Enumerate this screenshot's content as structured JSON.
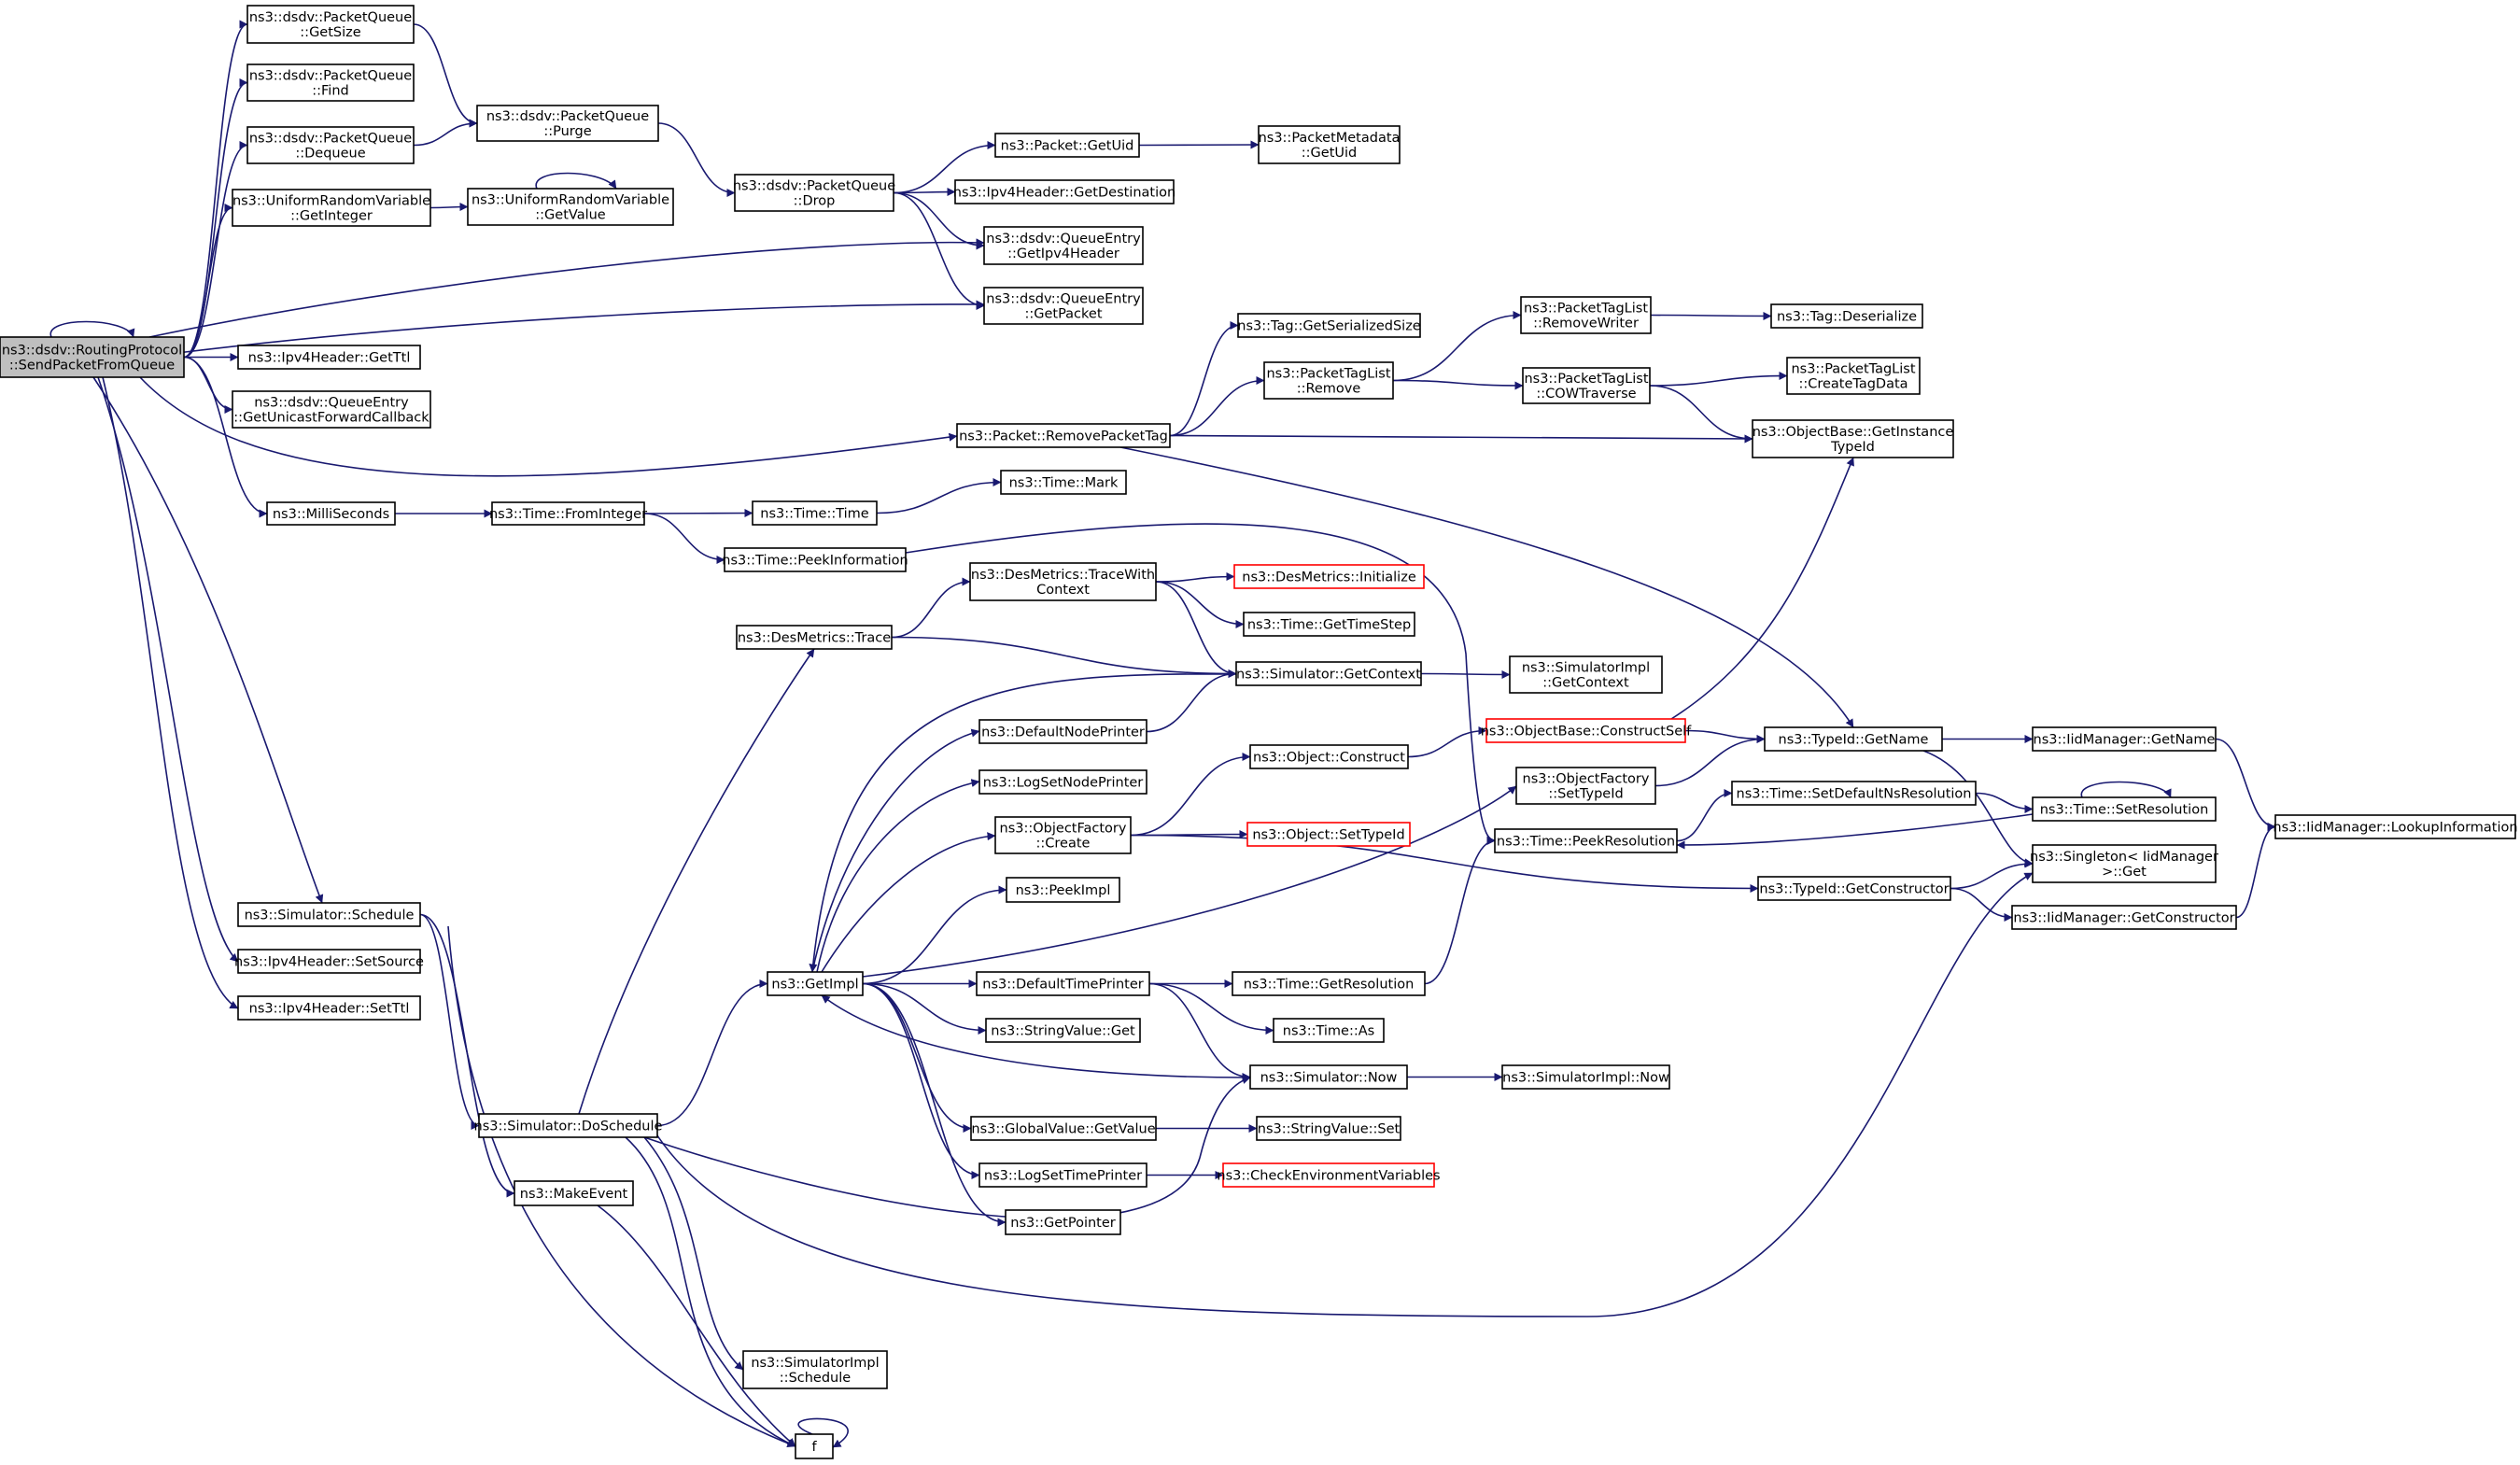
{
  "nodes": [
    {
      "id": "root",
      "label": [
        "ns3::dsdv::RoutingProtocol",
        "::SendPacketFromQueue"
      ]
    },
    {
      "id": "pq_getsize",
      "label": [
        "ns3::dsdv::PacketQueue",
        "::GetSize"
      ]
    },
    {
      "id": "pq_find",
      "label": [
        "ns3::dsdv::PacketQueue",
        "::Find"
      ]
    },
    {
      "id": "pq_dequeue",
      "label": [
        "ns3::dsdv::PacketQueue",
        "::Dequeue"
      ]
    },
    {
      "id": "urv_getinteger",
      "label": [
        "ns3::UniformRandomVariable",
        "::GetInteger"
      ]
    },
    {
      "id": "ipv4_getttl",
      "label": [
        "ns3::Ipv4Header::GetTtl"
      ]
    },
    {
      "id": "qe_getucb",
      "label": [
        "ns3::dsdv::QueueEntry",
        "::GetUnicastForwardCallback"
      ]
    },
    {
      "id": "milliseconds",
      "label": [
        "ns3::MilliSeconds"
      ]
    },
    {
      "id": "sim_schedule",
      "label": [
        "ns3::Simulator::Schedule"
      ]
    },
    {
      "id": "ipv4_setsource",
      "label": [
        "ns3::Ipv4Header::SetSource"
      ]
    },
    {
      "id": "ipv4_setttl",
      "label": [
        "ns3::Ipv4Header::SetTtl"
      ]
    },
    {
      "id": "pq_purge",
      "label": [
        "ns3::dsdv::PacketQueue",
        "::Purge"
      ]
    },
    {
      "id": "urv_getvalue",
      "label": [
        "ns3::UniformRandomVariable",
        "::GetValue"
      ]
    },
    {
      "id": "time_frominteger",
      "label": [
        "ns3::Time::FromInteger"
      ]
    },
    {
      "id": "sim_doschedule",
      "label": [
        "ns3::Simulator::DoSchedule"
      ]
    },
    {
      "id": "makeevent",
      "label": [
        "ns3::MakeEvent"
      ]
    },
    {
      "id": "pq_drop",
      "label": [
        "ns3::dsdv::PacketQueue",
        "::Drop"
      ]
    },
    {
      "id": "time_time",
      "label": [
        "ns3::Time::Time"
      ]
    },
    {
      "id": "time_peekinfo",
      "label": [
        "ns3::Time::PeekInformation"
      ]
    },
    {
      "id": "desmetrics_trace",
      "label": [
        "ns3::DesMetrics::Trace"
      ]
    },
    {
      "id": "getimpl",
      "label": [
        "ns3::GetImpl"
      ]
    },
    {
      "id": "simimpl_schedule",
      "label": [
        "ns3::SimulatorImpl",
        "::Schedule"
      ]
    },
    {
      "id": "f",
      "label": [
        "f"
      ]
    },
    {
      "id": "packet_getuid",
      "label": [
        "ns3::Packet::GetUid"
      ]
    },
    {
      "id": "ipv4_getdest",
      "label": [
        "ns3::Ipv4Header::GetDestination"
      ]
    },
    {
      "id": "qe_getipv4",
      "label": [
        "ns3::dsdv::QueueEntry",
        "::GetIpv4Header"
      ]
    },
    {
      "id": "qe_getpacket",
      "label": [
        "ns3::dsdv::QueueEntry",
        "::GetPacket"
      ]
    },
    {
      "id": "packet_removetag",
      "label": [
        "ns3::Packet::RemovePacketTag"
      ]
    },
    {
      "id": "time_mark",
      "label": [
        "ns3::Time::Mark"
      ]
    },
    {
      "id": "dm_tracewith",
      "label": [
        "ns3::DesMetrics::TraceWith",
        "Context"
      ]
    },
    {
      "id": "sim_getcontext",
      "label": [
        "ns3::Simulator::GetContext"
      ]
    },
    {
      "id": "defaultnodeprinter",
      "label": [
        "ns3::DefaultNodePrinter"
      ]
    },
    {
      "id": "logsetnodeprinter",
      "label": [
        "ns3::LogSetNodePrinter"
      ]
    },
    {
      "id": "of_create",
      "label": [
        "ns3::ObjectFactory",
        "::Create"
      ]
    },
    {
      "id": "peekimpl",
      "label": [
        "ns3::PeekImpl"
      ]
    },
    {
      "id": "defaulttimeprinter",
      "label": [
        "ns3::DefaultTimePrinter"
      ]
    },
    {
      "id": "stringvalue_get",
      "label": [
        "ns3::StringValue::Get"
      ]
    },
    {
      "id": "globalvalue_getvalue",
      "label": [
        "ns3::GlobalValue::GetValue"
      ]
    },
    {
      "id": "logsettimeprinter",
      "label": [
        "ns3::LogSetTimePrinter"
      ]
    },
    {
      "id": "getpointer",
      "label": [
        "ns3::GetPointer"
      ]
    },
    {
      "id": "pm_getuid",
      "label": [
        "ns3::PacketMetadata",
        "::GetUid"
      ]
    },
    {
      "id": "tag_getsize",
      "label": [
        "ns3::Tag::GetSerializedSize"
      ]
    },
    {
      "id": "ptl_remove",
      "label": [
        "ns3::PacketTagList",
        "::Remove"
      ]
    },
    {
      "id": "dm_initialize",
      "label": [
        "ns3::DesMetrics::Initialize"
      ],
      "red": true
    },
    {
      "id": "time_gettimestep",
      "label": [
        "ns3::Time::GetTimeStep"
      ]
    },
    {
      "id": "obj_construct",
      "label": [
        "ns3::Object::Construct"
      ]
    },
    {
      "id": "obj_settypeid",
      "label": [
        "ns3::Object::SetTypeId"
      ],
      "red": true
    },
    {
      "id": "time_getresolution",
      "label": [
        "ns3::Time::GetResolution"
      ]
    },
    {
      "id": "time_as",
      "label": [
        "ns3::Time::As"
      ]
    },
    {
      "id": "sim_now",
      "label": [
        "ns3::Simulator::Now"
      ]
    },
    {
      "id": "stringvalue_set",
      "label": [
        "ns3::StringValue::Set"
      ]
    },
    {
      "id": "checkenv",
      "label": [
        "ns3::CheckEnvironmentVariables"
      ],
      "red": true
    },
    {
      "id": "ptl_removewriter",
      "label": [
        "ns3::PacketTagList",
        "::RemoveWriter"
      ]
    },
    {
      "id": "ptl_cowtraverse",
      "label": [
        "ns3::PacketTagList",
        "::COWTraverse"
      ]
    },
    {
      "id": "simimpl_getcontext",
      "label": [
        "ns3::SimulatorImpl",
        "::GetContext"
      ]
    },
    {
      "id": "ob_constructself",
      "label": [
        "ns3::ObjectBase::ConstructSelf"
      ],
      "red": true
    },
    {
      "id": "of_settypeid",
      "label": [
        "ns3::ObjectFactory",
        "::SetTypeId"
      ]
    },
    {
      "id": "time_peekresolution",
      "label": [
        "ns3::Time::PeekResolution"
      ]
    },
    {
      "id": "simimpl_now",
      "label": [
        "ns3::SimulatorImpl::Now"
      ]
    },
    {
      "id": "tag_deserialize",
      "label": [
        "ns3::Tag::Deserialize"
      ]
    },
    {
      "id": "ptl_createtagdata",
      "label": [
        "ns3::PacketTagList",
        "::CreateTagData"
      ]
    },
    {
      "id": "ob_getinstancetypeid",
      "label": [
        "ns3::ObjectBase::GetInstance",
        "TypeId"
      ]
    },
    {
      "id": "typeid_getname",
      "label": [
        "ns3::TypeId::GetName"
      ]
    },
    {
      "id": "time_setdefaultns",
      "label": [
        "ns3::Time::SetDefaultNsResolution"
      ]
    },
    {
      "id": "typeid_getconstructor",
      "label": [
        "ns3::TypeId::GetConstructor"
      ]
    },
    {
      "id": "iid_getname",
      "label": [
        "ns3::IidManager::GetName"
      ]
    },
    {
      "id": "time_setresolution",
      "label": [
        "ns3::Time::SetResolution"
      ]
    },
    {
      "id": "singleton_get",
      "label": [
        "ns3::Singleton< IidManager",
        " >::Get"
      ]
    },
    {
      "id": "iid_getconstructor",
      "label": [
        "ns3::IidManager::GetConstructor"
      ]
    },
    {
      "id": "iid_lookupinfo",
      "label": [
        "ns3::IidManager::LookupInformation"
      ]
    }
  ],
  "edges": [
    [
      "root",
      "root"
    ],
    [
      "root",
      "pq_getsize"
    ],
    [
      "root",
      "pq_find"
    ],
    [
      "root",
      "pq_dequeue"
    ],
    [
      "root",
      "urv_getinteger"
    ],
    [
      "root",
      "qe_getipv4"
    ],
    [
      "root",
      "qe_getpacket"
    ],
    [
      "root",
      "ipv4_getttl"
    ],
    [
      "root",
      "qe_getucb"
    ],
    [
      "root",
      "packet_removetag"
    ],
    [
      "root",
      "milliseconds"
    ],
    [
      "root",
      "sim_schedule"
    ],
    [
      "root",
      "ipv4_setsource"
    ],
    [
      "root",
      "ipv4_setttl"
    ],
    [
      "pq_getsize",
      "pq_purge"
    ],
    [
      "pq_dequeue",
      "pq_purge"
    ],
    [
      "pq_purge",
      "pq_drop"
    ],
    [
      "urv_getinteger",
      "urv_getvalue"
    ],
    [
      "urv_getvalue",
      "urv_getvalue"
    ],
    [
      "pq_drop",
      "packet_getuid"
    ],
    [
      "pq_drop",
      "ipv4_getdest"
    ],
    [
      "pq_drop",
      "qe_getipv4"
    ],
    [
      "pq_drop",
      "qe_getpacket"
    ],
    [
      "packet_getuid",
      "pm_getuid"
    ],
    [
      "packet_removetag",
      "tag_getsize"
    ],
    [
      "packet_removetag",
      "ptl_remove"
    ],
    [
      "packet_removetag",
      "ob_getinstancetypeid"
    ],
    [
      "packet_removetag",
      "typeid_getname"
    ],
    [
      "ptl_remove",
      "ptl_removewriter"
    ],
    [
      "ptl_remove",
      "ptl_cowtraverse"
    ],
    [
      "ptl_removewriter",
      "tag_deserialize"
    ],
    [
      "ptl_cowtraverse",
      "ptl_createtagdata"
    ],
    [
      "ptl_cowtraverse",
      "ob_getinstancetypeid"
    ],
    [
      "milliseconds",
      "time_frominteger"
    ],
    [
      "time_frominteger",
      "time_time"
    ],
    [
      "time_frominteger",
      "time_peekinfo"
    ],
    [
      "time_time",
      "time_mark"
    ],
    [
      "time_peekinfo",
      "time_peekresolution"
    ],
    [
      "sim_schedule",
      "sim_doschedule"
    ],
    [
      "sim_schedule",
      "makeevent"
    ],
    [
      "sim_schedule",
      "f"
    ],
    [
      "sim_doschedule",
      "desmetrics_trace"
    ],
    [
      "sim_doschedule",
      "getimpl"
    ],
    [
      "sim_doschedule",
      "sim_now"
    ],
    [
      "sim_doschedule",
      "singleton_get"
    ],
    [
      "sim_doschedule",
      "simimpl_schedule"
    ],
    [
      "sim_doschedule",
      "f"
    ],
    [
      "makeevent",
      "f"
    ],
    [
      "f",
      "f"
    ],
    [
      "desmetrics_trace",
      "dm_tracewith"
    ],
    [
      "desmetrics_trace",
      "sim_getcontext"
    ],
    [
      "dm_tracewith",
      "dm_initialize"
    ],
    [
      "dm_tracewith",
      "time_gettimestep"
    ],
    [
      "dm_tracewith",
      "sim_getcontext"
    ],
    [
      "sim_getcontext",
      "simimpl_getcontext"
    ],
    [
      "sim_getcontext",
      "getimpl"
    ],
    [
      "getimpl",
      "defaultnodeprinter"
    ],
    [
      "getimpl",
      "logsetnodeprinter"
    ],
    [
      "getimpl",
      "of_create"
    ],
    [
      "getimpl",
      "peekimpl"
    ],
    [
      "getimpl",
      "defaulttimeprinter"
    ],
    [
      "getimpl",
      "stringvalue_get"
    ],
    [
      "getimpl",
      "globalvalue_getvalue"
    ],
    [
      "getimpl",
      "logsettimeprinter"
    ],
    [
      "getimpl",
      "getpointer"
    ],
    [
      "getimpl",
      "of_settypeid"
    ],
    [
      "defaultnodeprinter",
      "sim_getcontext"
    ],
    [
      "of_create",
      "obj_construct"
    ],
    [
      "of_create",
      "obj_settypeid"
    ],
    [
      "of_create",
      "typeid_getconstructor"
    ],
    [
      "obj_construct",
      "ob_constructself"
    ],
    [
      "ob_constructself",
      "ob_getinstancetypeid"
    ],
    [
      "ob_constructself",
      "typeid_getname"
    ],
    [
      "of_settypeid",
      "typeid_getname"
    ],
    [
      "defaulttimeprinter",
      "time_getresolution"
    ],
    [
      "defaulttimeprinter",
      "time_as"
    ],
    [
      "defaulttimeprinter",
      "sim_now"
    ],
    [
      "time_getresolution",
      "time_peekresolution"
    ],
    [
      "sim_now",
      "simimpl_now"
    ],
    [
      "sim_now",
      "getimpl"
    ],
    [
      "globalvalue_getvalue",
      "stringvalue_set"
    ],
    [
      "logsettimeprinter",
      "checkenv"
    ],
    [
      "typeid_getname",
      "iid_getname"
    ],
    [
      "typeid_getname",
      "singleton_get"
    ],
    [
      "iid_getname",
      "iid_lookupinfo"
    ],
    [
      "time_peekresolution",
      "time_setdefaultns"
    ],
    [
      "time_setdefaultns",
      "time_setresolution"
    ],
    [
      "time_setresolution",
      "time_setresolution"
    ],
    [
      "time_setresolution",
      "time_peekresolution"
    ],
    [
      "typeid_getconstructor",
      "singleton_get"
    ],
    [
      "typeid_getconstructor",
      "iid_getconstructor"
    ],
    [
      "iid_getconstructor",
      "iid_lookupinfo"
    ]
  ],
  "colors": {
    "edge": "#191970",
    "root_fill": "#bfbfbf",
    "missing_border": "#ff0000"
  }
}
